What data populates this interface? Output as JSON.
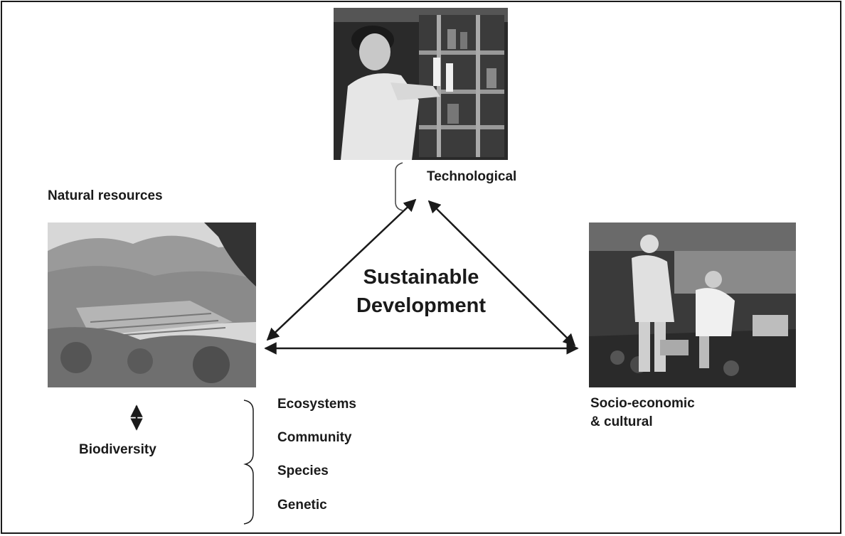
{
  "labels": {
    "technological": "Technological",
    "natural_resources": "Natural resources",
    "socio_line1": "Socio-economic",
    "socio_line2": "& cultural",
    "biodiversity": "Biodiversity",
    "center_line1": "Sustainable",
    "center_line2": "Development"
  },
  "biodiversity_levels": [
    "Ecosystems",
    "Community",
    "Species",
    "Genetic"
  ],
  "photos": {
    "technological": "lab-worker-photo",
    "natural_resources": "terraced-hills-photo",
    "socio_economic": "market-people-photo"
  }
}
